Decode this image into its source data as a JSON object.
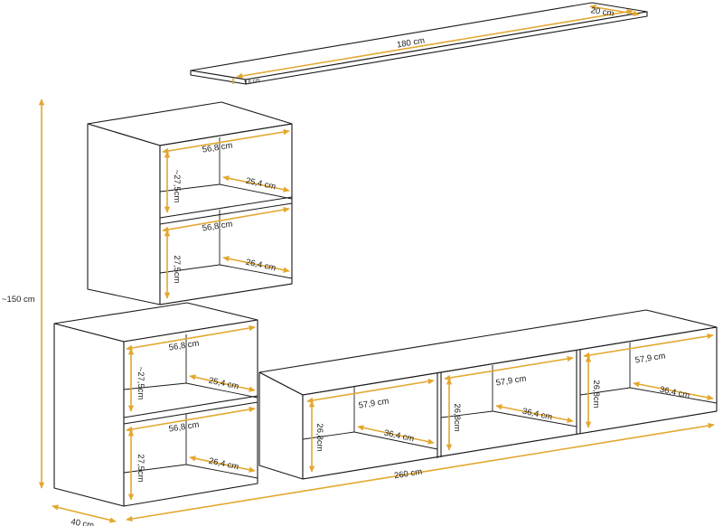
{
  "dimensions": {
    "shelf_length": "180 cm",
    "shelf_depth": "20 cm",
    "shelf_thickness": "1,6 cm",
    "total_height": "~150 cm",
    "depth": "40 cm",
    "total_width": "260 cm",
    "cabinet_inner_width": "56,8 cm",
    "cabinet_inner_height_top": "~27,5cm",
    "cabinet_inner_height_bottom": "27,5cm",
    "cabinet_depth_top": "25,4 cm",
    "cabinet_depth_bottom": "26,4 cm",
    "tv_inner_width": "57,9 cm",
    "tv_inner_height": "26,8cm",
    "tv_inner_depth": "36,4 cm"
  },
  "colors": {
    "outline": "#1a1a1a",
    "dimension_line": "#e3a72f",
    "text": "#222222"
  }
}
